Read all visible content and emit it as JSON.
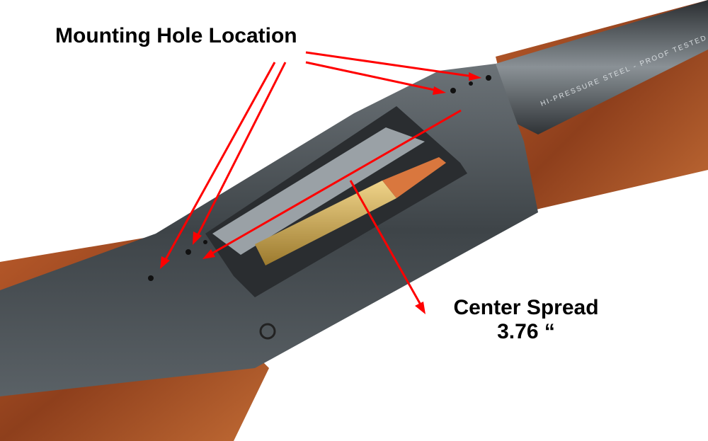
{
  "annotations": {
    "mounting_label": "Mounting Hole Location",
    "spread_label_line1": "Center Spread",
    "spread_label_line2": "3.76 “",
    "arrow_color": "#ff0000"
  },
  "engraving": "HI-PRESSURE STEEL - PROOF TESTED",
  "colors": {
    "wood": "#9a4a22",
    "steel": "#4a4f54",
    "brass": "#c9a24a",
    "bullet": "#d9773e"
  }
}
